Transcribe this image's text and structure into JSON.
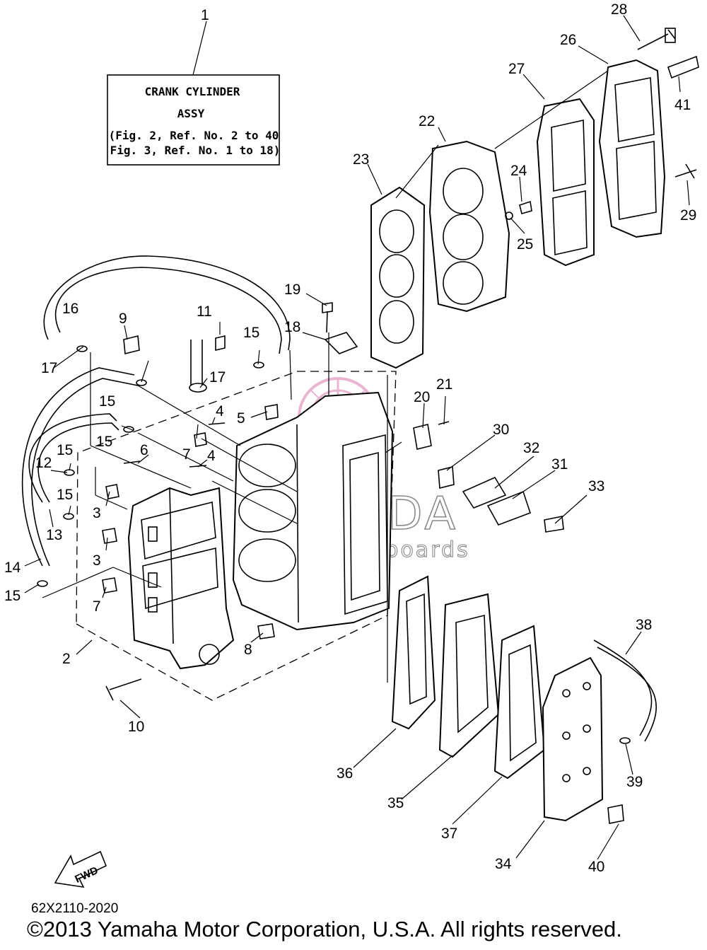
{
  "assembly_box": {
    "line1": "CRANK CYLINDER",
    "line2": "ASSY",
    "line3": "(Fig. 2, Ref. No. 2 to 40",
    "line4": "Fig. 3, Ref. No. 1 to 18)"
  },
  "fwd_label": "FWD",
  "watermark": {
    "brand": "ARMADA",
    "tagline": "marine outboards",
    "logo_color": "#e6a8c8"
  },
  "doc_code": "62X2110-2020",
  "copyright": "©2013 Yamaha Motor Corporation, U.S.A. All rights reserved.",
  "callouts": [
    "1",
    "2",
    "3",
    "3",
    "4",
    "4",
    "5",
    "6",
    "7",
    "7",
    "8",
    "9",
    "10",
    "11",
    "12",
    "13",
    "14",
    "15",
    "15",
    "15",
    "15",
    "15",
    "15",
    "16",
    "17",
    "17",
    "18",
    "19",
    "20",
    "21",
    "22",
    "23",
    "24",
    "25",
    "26",
    "27",
    "28",
    "29",
    "30",
    "31",
    "32",
    "33",
    "34",
    "35",
    "36",
    "37",
    "38",
    "39",
    "40",
    "41"
  ]
}
